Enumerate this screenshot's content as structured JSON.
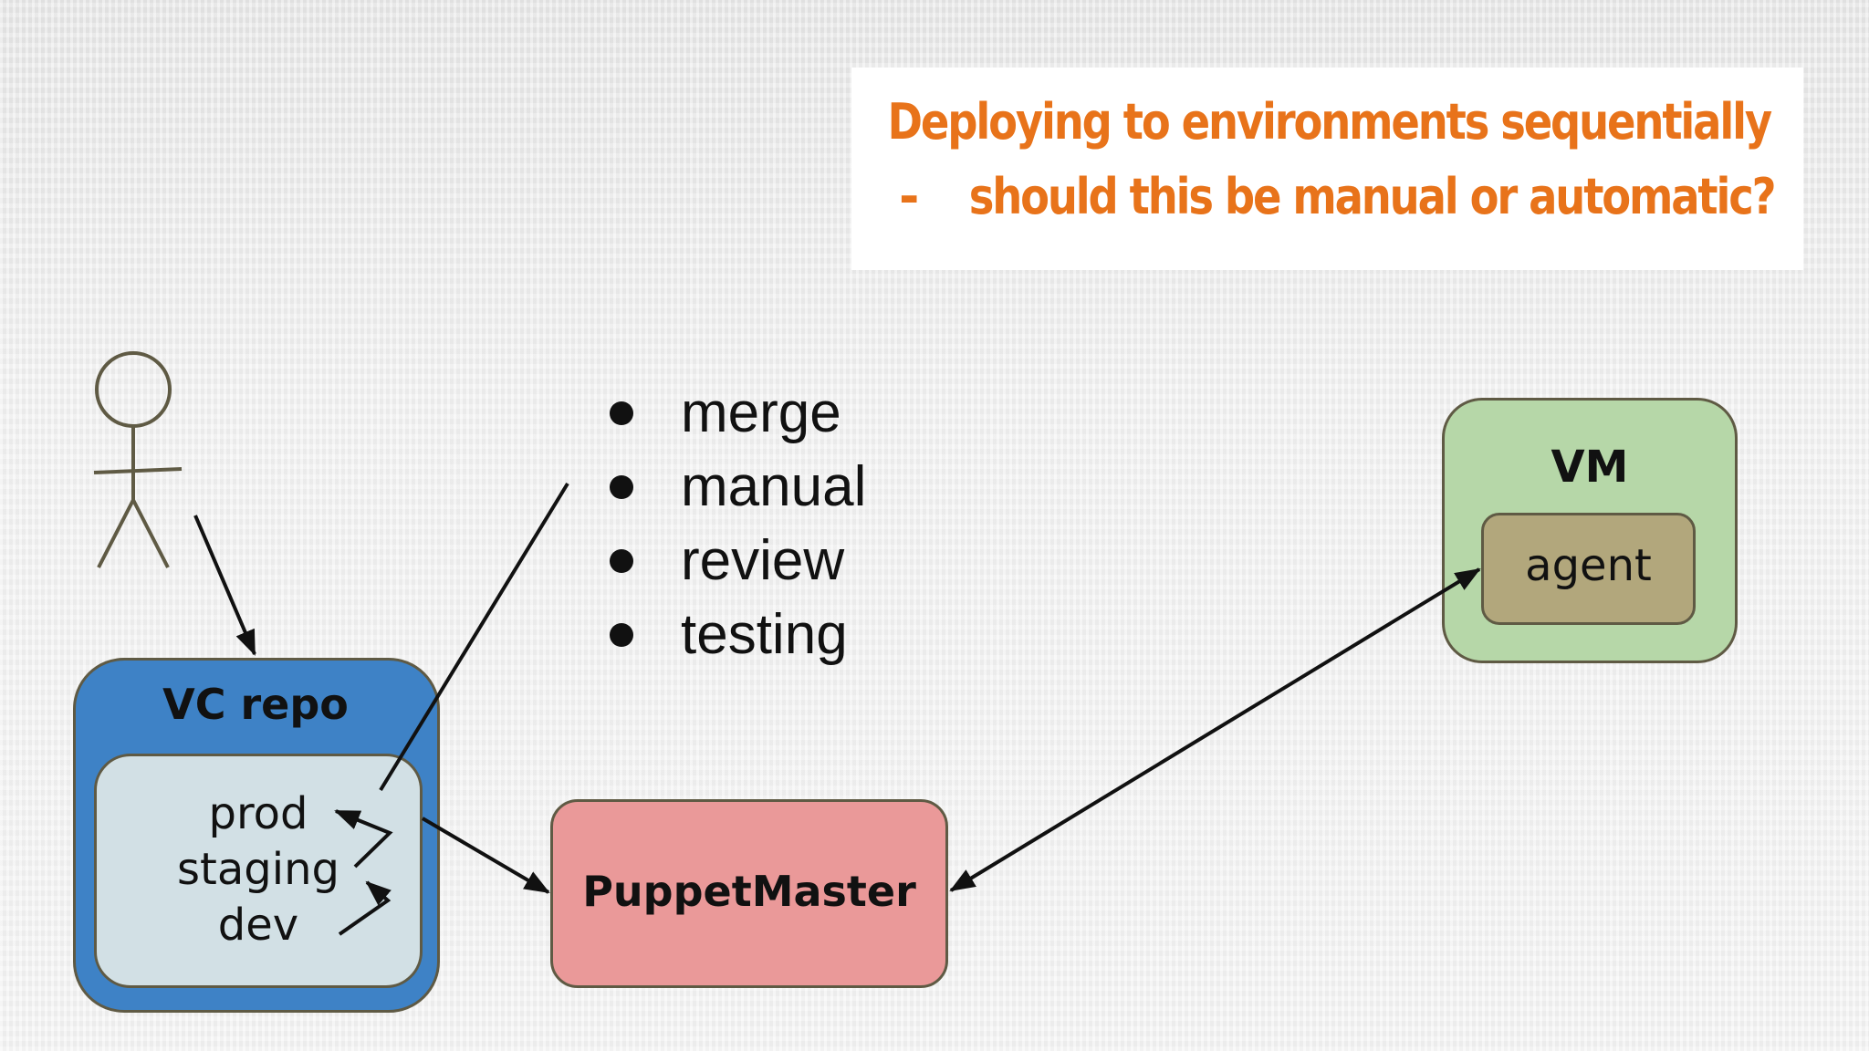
{
  "title": {
    "line1": "Deploying to environments sequentially",
    "dash": "-",
    "line2": "should this be manual or automatic?",
    "color": "#e8731a"
  },
  "bullets": [
    "merge",
    "manual",
    "review",
    "testing"
  ],
  "repo": {
    "title": "VC repo",
    "branches": [
      "prod",
      "staging",
      "dev"
    ],
    "color": "#3e82c6",
    "inner_color": "#d2e0e5"
  },
  "puppet_master": {
    "label": "PuppetMaster",
    "color": "#ea9999"
  },
  "vm": {
    "label": "VM",
    "agent_label": "agent",
    "color": "#b6d7a8",
    "agent_color": "#b2a77c"
  },
  "icons": {
    "user": "stick-figure-icon"
  }
}
